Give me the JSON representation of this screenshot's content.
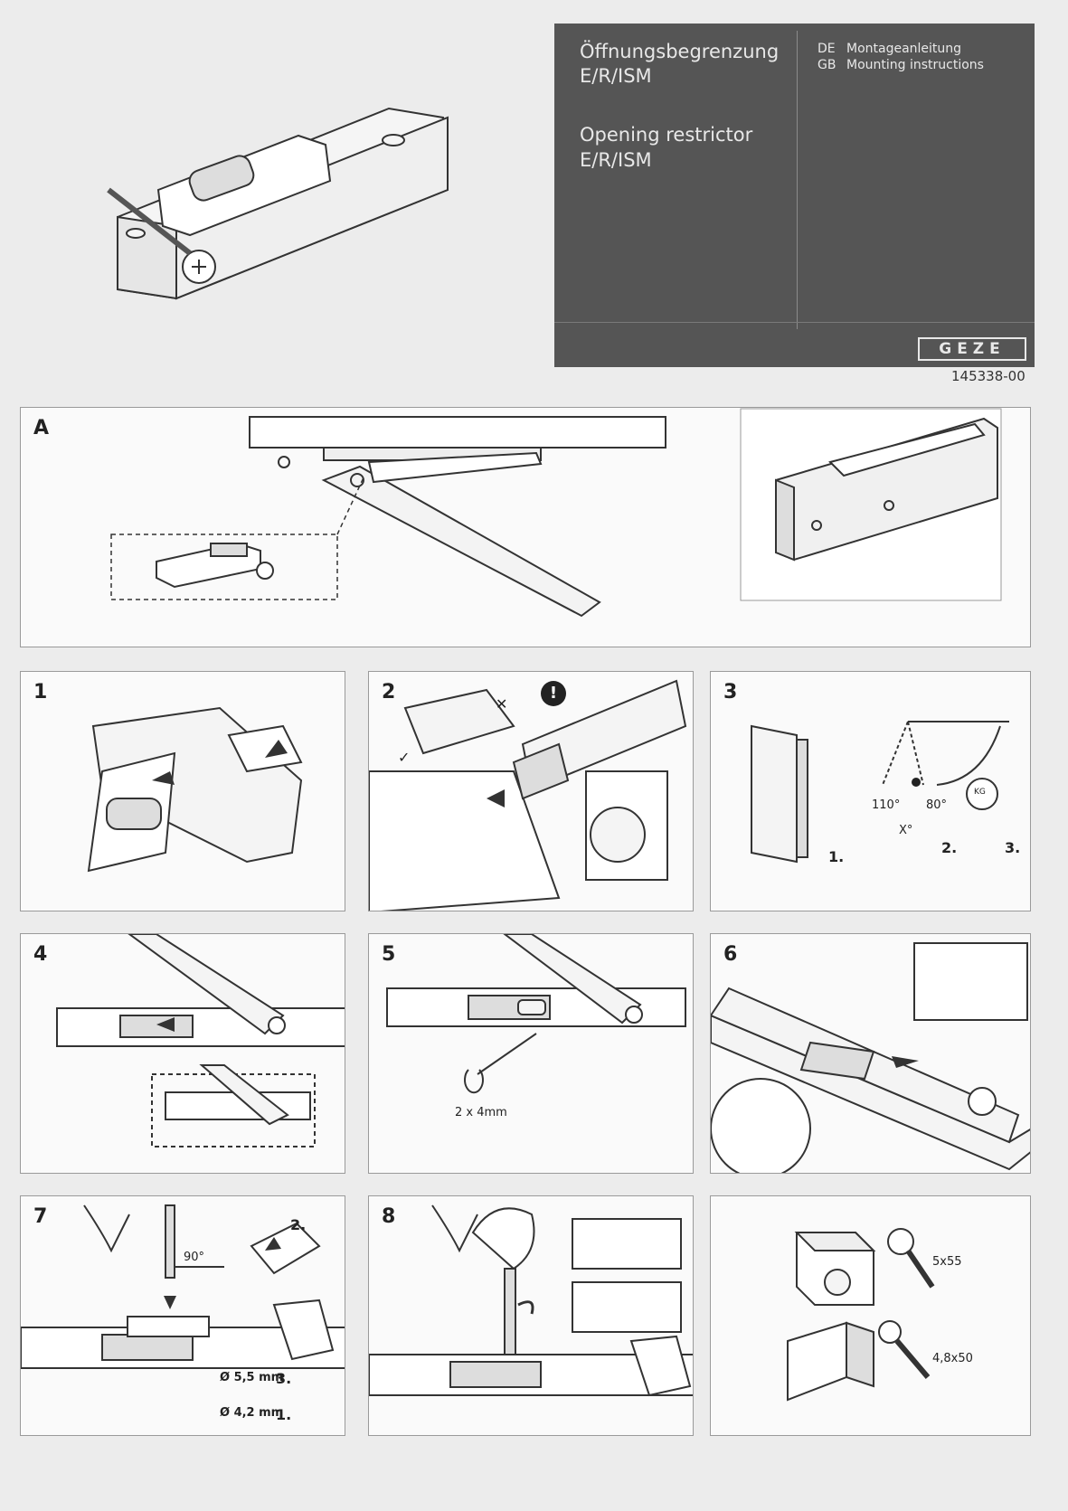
{
  "cover": {
    "title_de": "Öffnungsbegrenzung",
    "model_de": "E/R/ISM",
    "title_en": "Opening restrictor",
    "model_en": "E/R/ISM",
    "lang_de_code": "DE",
    "lang_de_label": "Montageanleitung",
    "lang_gb_code": "GB",
    "lang_gb_label": "Mounting instructions",
    "logo": "GEZE",
    "doc_number": "145338-00"
  },
  "steps": {
    "a": "A",
    "s1": "1",
    "s2": "2",
    "s3": "3",
    "s4": "4",
    "s5": "5",
    "s6": "6",
    "s7": "7",
    "s8": "8"
  },
  "step2": {
    "check": "✓",
    "cross": "✕",
    "warn": "!"
  },
  "step3": {
    "angle_open": "110°",
    "angle_limit": "80°",
    "angle_x": "X°",
    "kg": "KG",
    "sub1": "1.",
    "sub2": "2.",
    "sub3": "3."
  },
  "step5": {
    "allen": "2 x 4mm"
  },
  "step7": {
    "angle": "90°",
    "sub2": "2.",
    "drill_top": "Ø 5,5 mm",
    "sub3": "3.",
    "drill_bottom": "Ø 4,2 mm",
    "sub1": "1."
  },
  "screws": {
    "wood": "5x55",
    "metal": "4,8x50"
  },
  "icons": [
    "warning-icon",
    "check-icon",
    "cross-icon",
    "rotate-arrow-icon",
    "weight-icon"
  ],
  "colors": {
    "cover_bg": "#555555",
    "cover_text": "#e8e8e8",
    "page_bg": "#ececec",
    "line": "#333333"
  }
}
